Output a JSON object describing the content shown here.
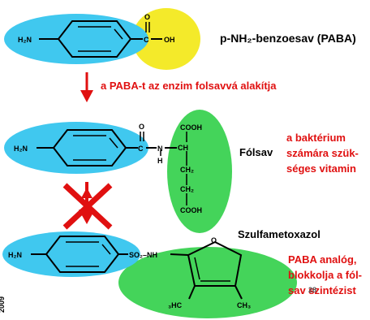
{
  "colors": {
    "cyan": "#40c8ef",
    "yellow": "#f4ea2a",
    "green": "#44d45a",
    "red": "#e01010",
    "black": "#000000"
  },
  "labels": {
    "paba_name": "p-NH₂-benzoesav (PABA)",
    "arrow_caption": "a PABA-t az enzim folsavvá alakítja",
    "folsav_name": "Fólsav",
    "folsav_note": [
      "a baktérium",
      "számára szük-",
      "séges vitamin"
    ],
    "sulfa_name": "Szulfametoxazol",
    "sulfa_note": [
      "PABA analóg,",
      "blokkolja a fól-",
      "sav szintézist"
    ],
    "page_number": "28",
    "side_text": "2009"
  },
  "molecules": {
    "paba": {
      "amine": "H₂N",
      "carboxyl_c": "C",
      "oxo": "O",
      "hydroxyl": "OH"
    },
    "folsav": {
      "amine": "H₂N",
      "amide_c": "C",
      "oxo": "O",
      "nitrogen": "N",
      "hydrogen": "H",
      "cooh_top": "COOH",
      "ch": "CH",
      "ch2_a": "CH₂",
      "ch2_b": "CH₂",
      "cooh_bottom": "COOH"
    },
    "sulfa": {
      "amine": "H₂N",
      "sulfonyl": "SO₂–NH",
      "ring_o": "O",
      "methyl_left": "₃HC",
      "methyl_right": "CH₃"
    }
  }
}
